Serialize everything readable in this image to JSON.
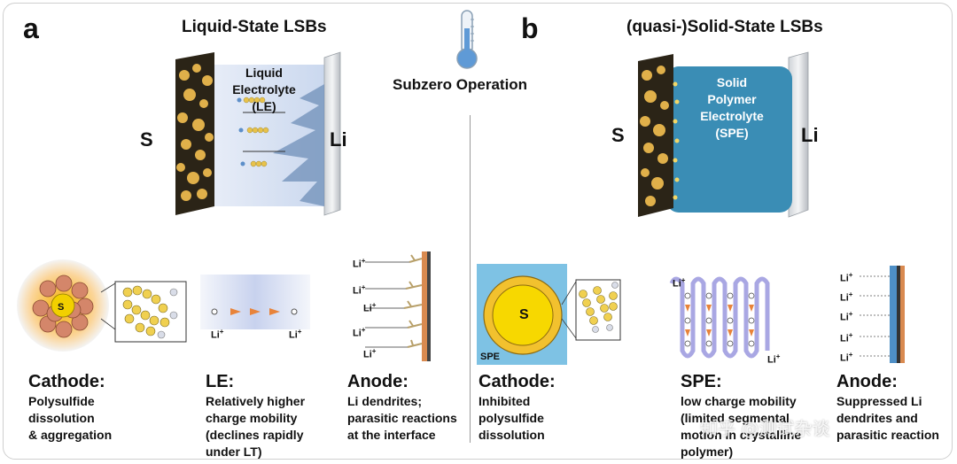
{
  "panel_a": {
    "letter": "a",
    "title": "Liquid-State LSBs",
    "cell": {
      "electrolyte_label": "Liquid\nElectrolyte\n(LE)",
      "s_label": "S",
      "li_label": "Li"
    },
    "cathode": {
      "core_label": "S",
      "heading": "Cathode:",
      "desc": "Polysulfide\ndissolution\n& aggregation"
    },
    "le": {
      "ion_label_1": "Li+",
      "ion_label_2": "Li+",
      "heading": "LE:",
      "desc": "Relatively higher\ncharge mobility\n(declines rapidly\nunder LT)"
    },
    "anode": {
      "ion_labels": [
        "Li+",
        "Li+",
        "Li+",
        "Li+",
        "Li+"
      ],
      "heading": "Anode:",
      "desc": "Li dendrites;\nparasitic reactions\nat the interface"
    }
  },
  "center": {
    "label": "Subzero Operation",
    "icon": "thermometer-icon"
  },
  "panel_b": {
    "letter": "b",
    "title": "(quasi-)Solid-State LSBs",
    "cell": {
      "electrolyte_label": "Solid\nPolymer\nElectrolyte\n(SPE)",
      "s_label": "S",
      "li_label": "Li"
    },
    "cathode": {
      "core_label": "S",
      "box_label": "SPE",
      "heading": "Cathode:",
      "desc": "Inhibited\npolysulfide\ndissolution"
    },
    "spe": {
      "ion_label_1": "Li+",
      "ion_label_2": "Li+",
      "heading": "SPE:",
      "desc": "low charge mobility\n(limited segmental\nmotion in crystalline\npolymer)"
    },
    "anode": {
      "ion_labels": [
        "Li+",
        "Li+",
        "Li+",
        "Li+",
        "Li+"
      ],
      "heading": "Anode:",
      "desc": "Suppressed Li\ndendrites and\nparasitic reaction"
    }
  },
  "watermark": "知乎 @测试杂谈"
}
